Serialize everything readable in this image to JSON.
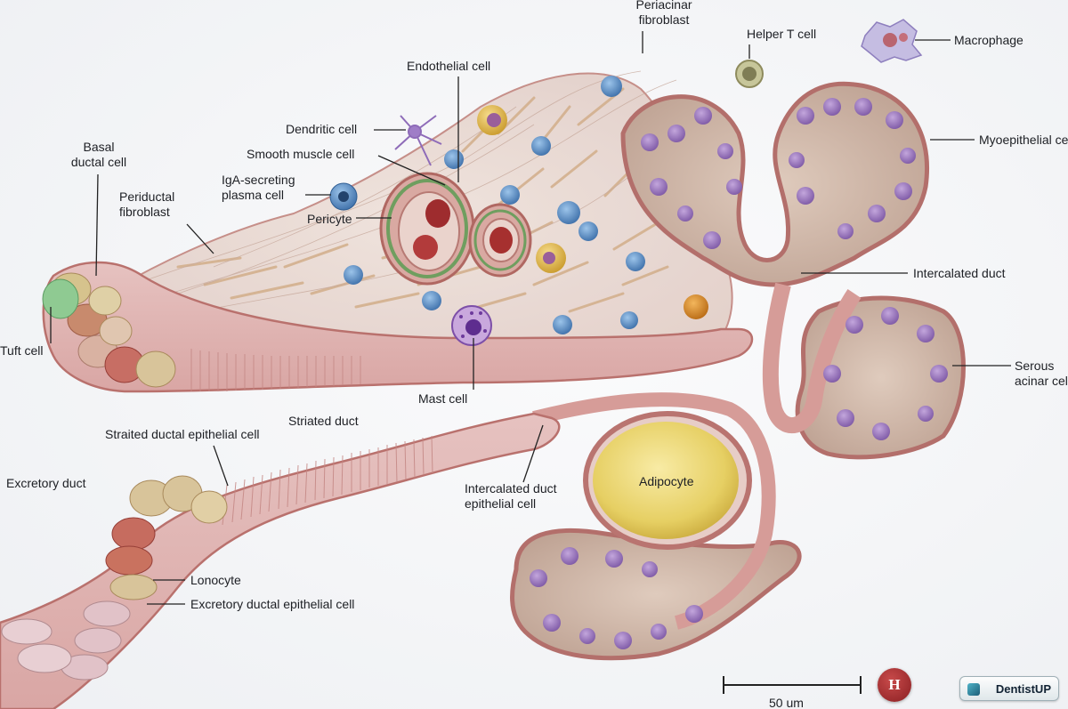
{
  "labels": {
    "periacinar_fibroblast_1": "Periacinar",
    "periacinar_fibroblast_2": "fibroblast",
    "helper_t_cell": "Helper T cell",
    "macrophage": "Macrophage",
    "endothelial_cell": "Endothelial cell",
    "dendritic_cell": "Dendritic cell",
    "smooth_muscle_cell": "Smooth muscle cell",
    "myoepithelial_cell": "Myoepithelial cell",
    "basal_ductal_1": "Basal",
    "basal_ductal_2": "ductal cell",
    "iga_plasma_1": "IgA-secreting",
    "iga_plasma_2": "plasma cell",
    "periductal_fibroblast_1": "Periductal",
    "periductal_fibroblast_2": "fibroblast",
    "pericyte": "Pericyte",
    "intercalated_duct": "Intercalated duct",
    "tuft_cell": "Tuft cell",
    "serous_acinar_1": "Serous",
    "serous_acinar_2": "acinar cell",
    "mast_cell": "Mast cell",
    "striated_duct": "Striated duct",
    "striated_ductal_epithelial": "Straited ductal epithelial cell",
    "excretory_duct": "Excretory duct",
    "intercalated_epithelial_1": "Intercalated duct",
    "intercalated_epithelial_2": "epithelial cell",
    "adipocyte": "Adipocyte",
    "lonocyte": "Lonocyte",
    "excretory_ductal_epithelial": "Excretory ductal epithelial cell"
  },
  "scale_bar": {
    "label": "50 um"
  },
  "badge": {
    "letter": "H"
  },
  "brand": {
    "name": "DentistUP"
  },
  "colors": {
    "duct_wall": "#c98986",
    "duct_lining": "#e3b5b3",
    "acinus_fill": "#cdb6a8",
    "nucleus": "#9a76bb",
    "adipocyte": "#e9d46d",
    "fibroblast": "#d9b894",
    "immune_blue": "#5a8fc8"
  }
}
